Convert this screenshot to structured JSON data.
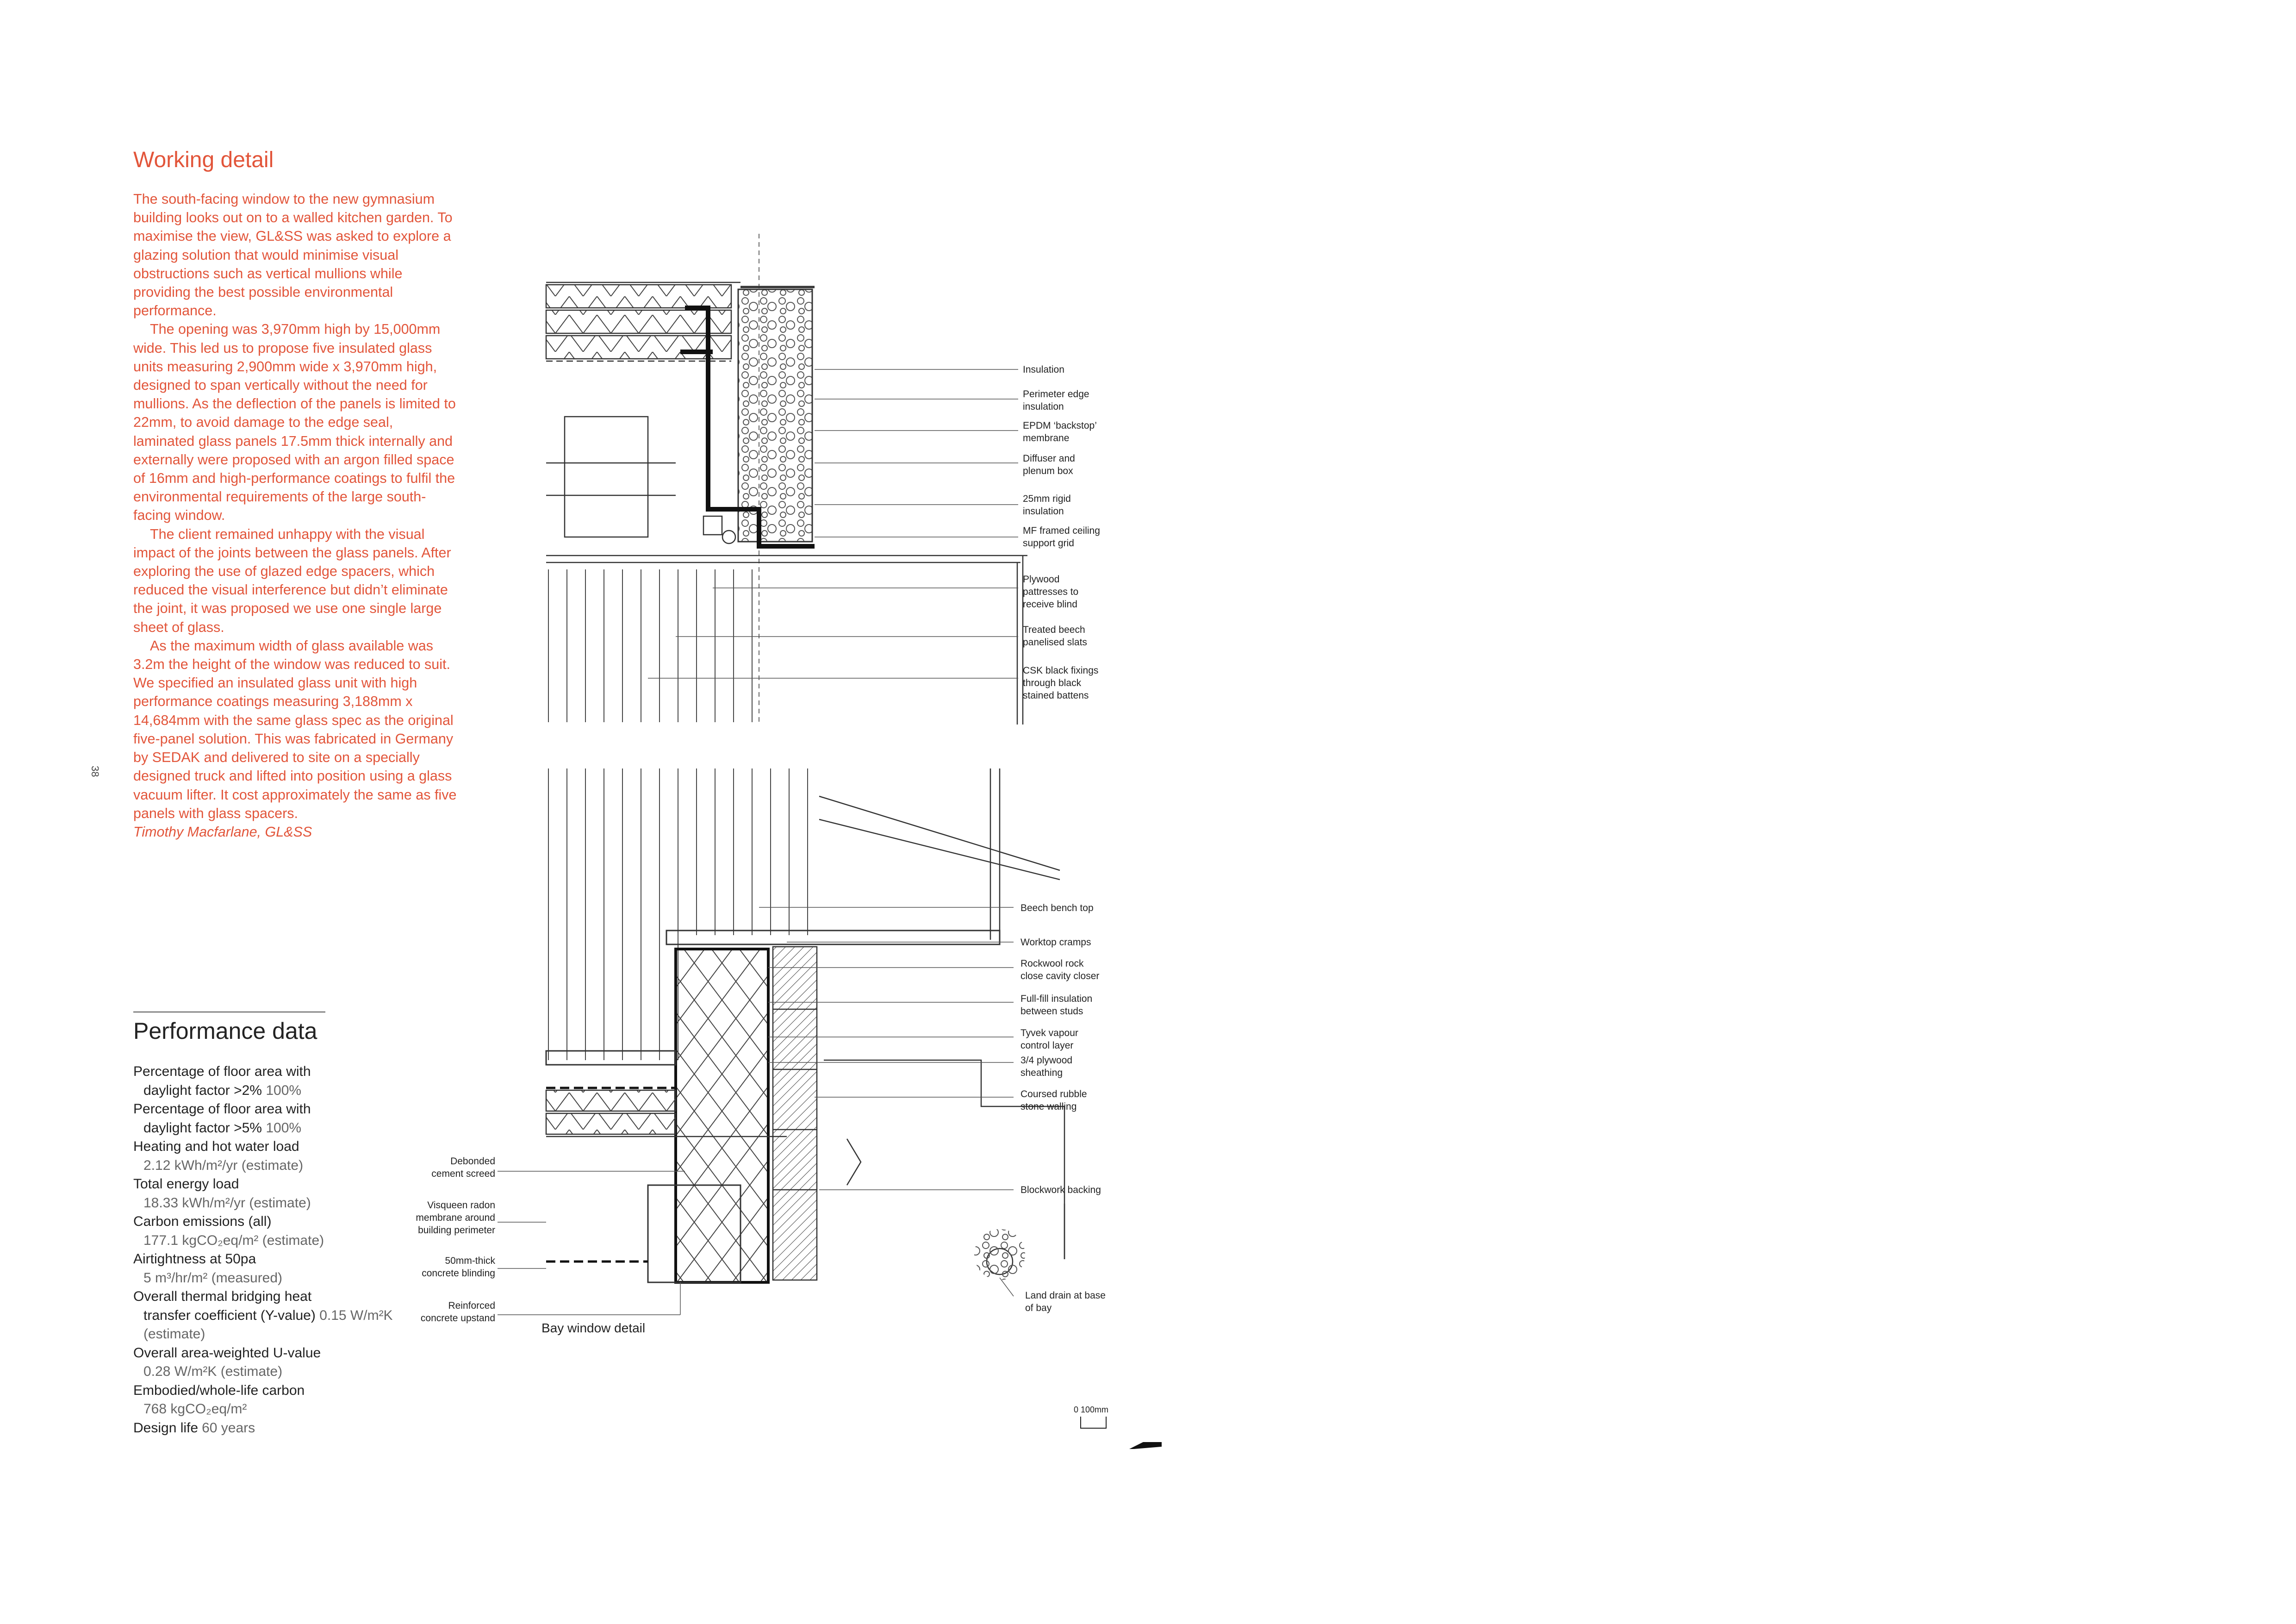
{
  "working_detail": {
    "title": "Working detail",
    "paragraphs": [
      "The south-facing window to the new gymnasium building looks out on to a walled kitchen garden. To maximise the view, GL&SS was asked to explore a glazing solution that would minimise visual obstructions such as vertical mullions while providing the best possible environmental performance.",
      "The opening was 3,970mm high by 15,000mm wide. This led us to propose five insulated glass units measuring 2,900mm wide x 3,970mm high, designed to span vertically without the need for mullions. As the deflection of the panels is limited to 22mm, to avoid damage to the edge seal, laminated glass panels 17.5mm thick internally and externally were proposed with an argon filled space of 16mm and high-performance coatings to fulfil the environmental requirements of the large south-facing window.",
      "The client remained unhappy with the visual impact of the joints between the glass panels. After exploring the use of glazed edge spacers, which reduced the visual interference but didn’t eliminate the joint, it was proposed we use one single large sheet of glass.",
      "As the maximum width of glass available was 3.2m the height of the window was reduced to suit. We specified an insulated glass unit with high performance coatings measuring 3,188mm x 14,684mm with the same glass spec as the original five-panel solution. This was fabricated in Germany by SEDAK and delivered to site on a specially designed truck and lifted into position using a glass vacuum lifter. It cost approximately the same as five panels with glass spacers."
    ],
    "credit": "Timothy Macfarlane, GL&SS"
  },
  "page_number": "38",
  "performance": {
    "title": "Performance data",
    "items": [
      {
        "label": "Percentage of floor area with",
        "label2": "daylight factor >2%",
        "value": "100%"
      },
      {
        "label": "Percentage of floor area with",
        "label2": "daylight factor >5%",
        "value": "100%"
      },
      {
        "label": "Heating and hot water load",
        "label2": "",
        "value": "2.12 kWh/m²/yr (estimate)"
      },
      {
        "label": "Total energy load",
        "label2": "",
        "value": "18.33 kWh/m²/yr (estimate)"
      },
      {
        "label": "Carbon emissions (all)",
        "label2": "",
        "value": "177.1 kgCO₂eq/m² (estimate)"
      },
      {
        "label": "Airtightness at 50pa",
        "label2": "",
        "value": "5 m³/hr/m² (measured)"
      },
      {
        "label": "Overall thermal bridging heat",
        "label2": "transfer coefficient (Y-value)",
        "value": "0.15 W/m²K (estimate)"
      },
      {
        "label": "Overall area-weighted U-value",
        "label2": "",
        "value": "0.28 W/m²K (estimate)"
      },
      {
        "label": "Embodied/whole-life carbon",
        "label2": "",
        "value": "768 kgCO₂eq/m²"
      },
      {
        "label": "Design life",
        "label2": "",
        "value": "60 years"
      }
    ]
  },
  "drawing": {
    "caption": "Bay window detail",
    "scale_label": "0  100mm",
    "labels_right": [
      "Insulation",
      "Perimeter edge\ninsulation",
      "EPDM ‘backstop’\nmembrane",
      "Diffuser and\nplenum box",
      "25mm rigid\ninsulation",
      "MF framed ceiling\nsupport grid",
      "Plywood\npattresses to\nreceive blind",
      "Treated beech\npanelised slats",
      "CSK black fixings\nthrough black\nstained battens",
      "Beech bench top",
      "Worktop cramps",
      "Rockwool rock\nclose cavity closer",
      "Full-fill insulation\nbetween studs",
      "Tyvek vapour\ncontrol layer",
      "3/4 plywood\nsheathing",
      "Coursed rubble\nstone walling",
      "Blockwork backing",
      "Land drain at base\nof bay"
    ],
    "labels_left": [
      "Debonded\ncement screed",
      "Visqueen radon\nmembrane around\nbuilding perimeter",
      "50mm-thick\nconcrete blinding",
      "Reinforced\nconcrete upstand"
    ]
  }
}
